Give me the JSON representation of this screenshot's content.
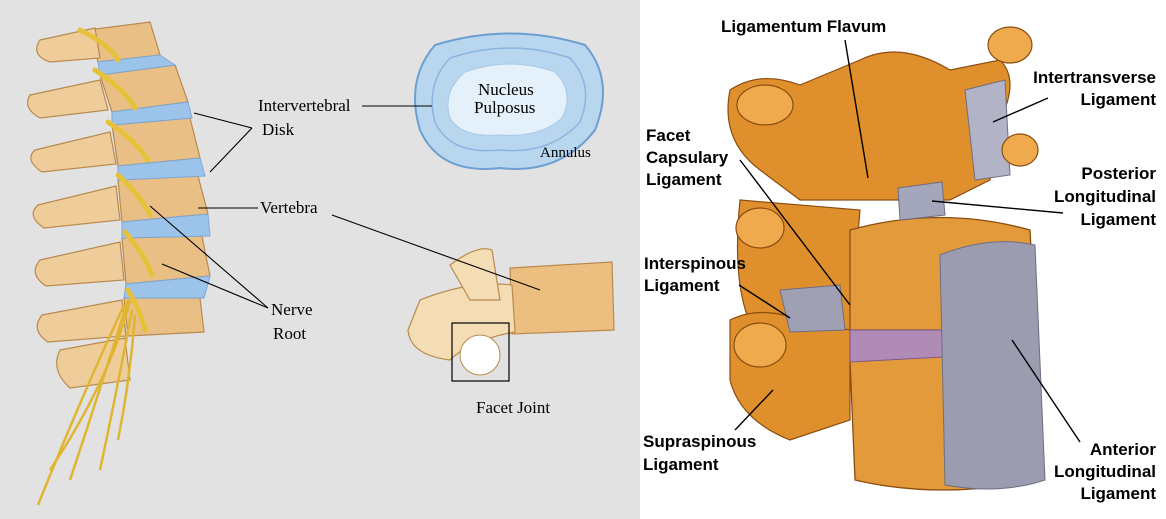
{
  "left_diagram": {
    "labels": {
      "intervertebral_disk": "Intervertebral",
      "disk_second_line": "Disk",
      "vertebra": "Vertebra",
      "nerve": "Nerve",
      "root": "Root",
      "nucleus": "Nucleus",
      "pulposus": "Pulposus",
      "annulus": "Annulus",
      "facet_joint": "Facet Joint"
    }
  },
  "right_diagram": {
    "labels": {
      "ligamentum_flavum": "Ligamentum Flavum",
      "intertransverse_1": "Intertransverse",
      "intertransverse_2": "Ligament",
      "facet_1": "Facet",
      "facet_2": "Capsulary",
      "facet_3": "Ligament",
      "posterior_1": "Posterior",
      "posterior_2": "Longitudinal",
      "posterior_3": "Ligament",
      "interspinous_1": "Interspinous",
      "interspinous_2": "Ligament",
      "supraspinous_1": "Supraspinous",
      "supraspinous_2": "Ligament",
      "anterior_1": "Anterior",
      "anterior_2": "Longitudinal",
      "anterior_3": "Ligament"
    }
  },
  "colors": {
    "left_background": "#e2e2e2",
    "bone": "#e9bf86",
    "bone_dark": "#c98a44",
    "disk_blue": "#9cc4ea",
    "nerve_yellow": "#e6c23a",
    "ligament_gray": "#9b9cb0",
    "disk_purple": "#b08bb5",
    "right_bone": "#d98b2e"
  }
}
